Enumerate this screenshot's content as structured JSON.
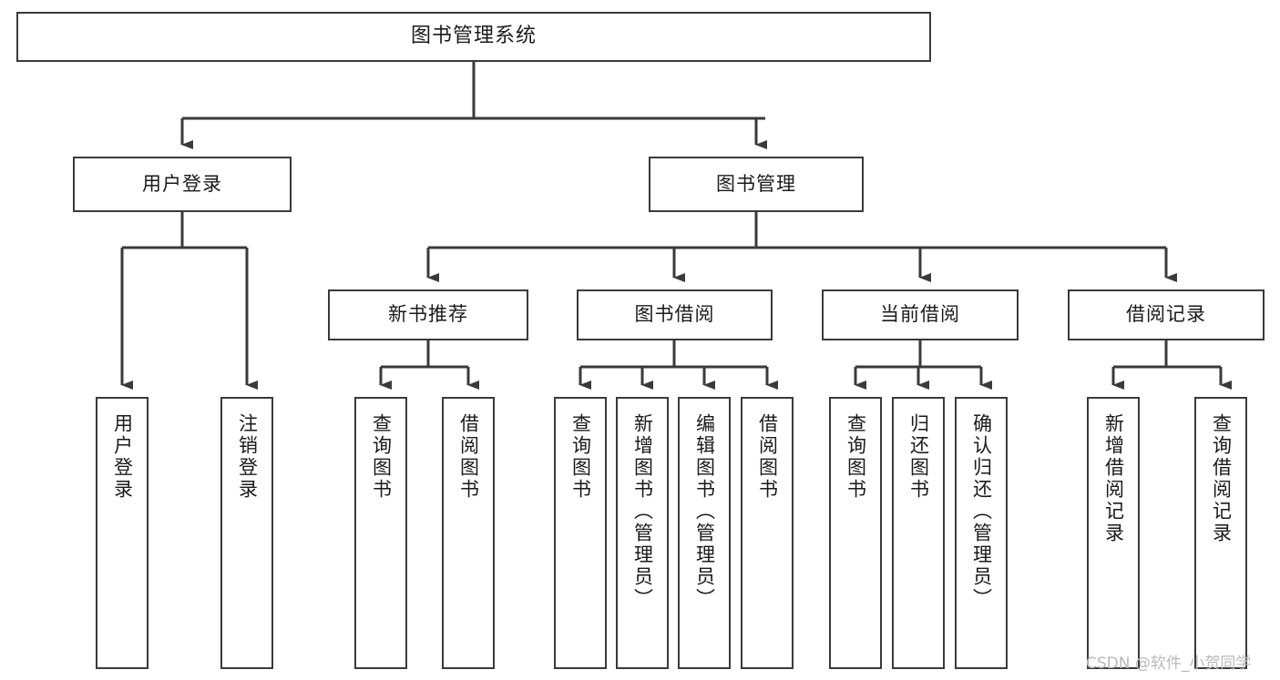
{
  "diagram": {
    "type": "hierarchy-tree",
    "title": "图书管理系统",
    "root": {
      "label": "图书管理系统"
    },
    "level2": [
      {
        "label": "用户登录"
      },
      {
        "label": "图书管理"
      }
    ],
    "level3": [
      {
        "label": "新书推荐"
      },
      {
        "label": "图书借阅"
      },
      {
        "label": "当前借阅"
      },
      {
        "label": "借阅记录"
      }
    ],
    "leaves": [
      {
        "label": "用户登录"
      },
      {
        "label": "注销登录"
      },
      {
        "label": "查询图书"
      },
      {
        "label": "借阅图书"
      },
      {
        "label": "查询图书"
      },
      {
        "label": "新增图书（管理员）"
      },
      {
        "label": "编辑图书（管理员）"
      },
      {
        "label": "借阅图书"
      },
      {
        "label": "查询图书"
      },
      {
        "label": "归还图书"
      },
      {
        "label": "确认归还（管理员）"
      },
      {
        "label": "新增借阅记录"
      },
      {
        "label": "查询借阅记录"
      }
    ]
  },
  "watermark": {
    "text": "CSDN @软件_小贺同学"
  },
  "colors": {
    "background": "#ffffff",
    "box_border": "#3a3a3a",
    "box_fill": "#ffffff",
    "connector": "#3a3a3a",
    "text": "#1a1a1a",
    "watermark": "#b9b9b9"
  }
}
